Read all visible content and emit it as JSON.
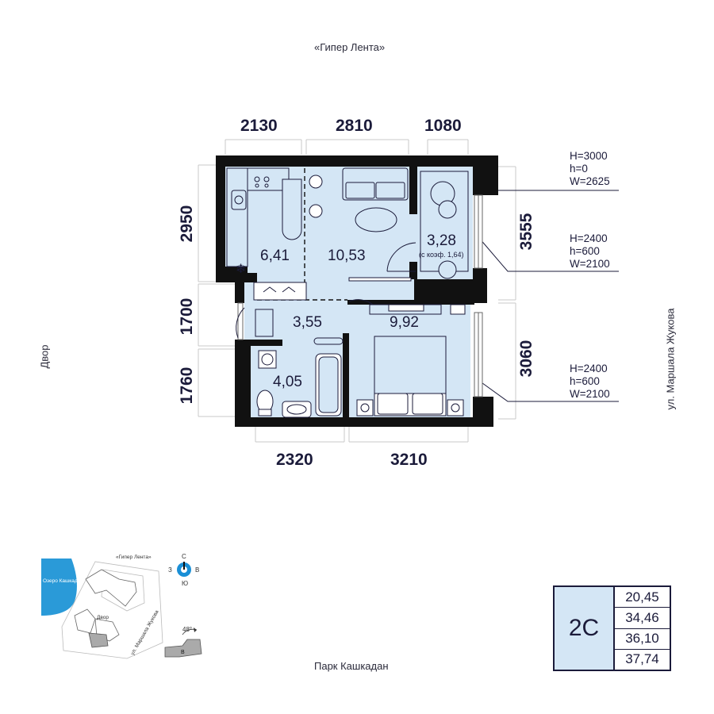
{
  "streets": {
    "top": "«Гипер Лента»",
    "bottom": "Парк Кашкадан",
    "left": "Двор",
    "right": "ул. Маршала Жукова"
  },
  "dimensions": {
    "top": [
      "2130",
      "2810",
      "1080"
    ],
    "bottom": [
      "2320",
      "3210"
    ],
    "left": [
      "2950",
      "1700",
      "1760"
    ],
    "right": [
      "3555",
      "3060"
    ]
  },
  "rooms": [
    {
      "area": "6,41"
    },
    {
      "area": "10,53"
    },
    {
      "area": "3,28",
      "note": "(с коэф. 1,64)"
    },
    {
      "area": "3,55"
    },
    {
      "area": "9,92"
    },
    {
      "area": "4,05"
    }
  ],
  "windows": [
    {
      "H": "H=3000",
      "h": "h=0",
      "W": "W=2625"
    },
    {
      "H": "H=2400",
      "h": "h=600",
      "W": "W=2100"
    },
    {
      "H": "H=2400",
      "h": "h=600",
      "W": "W=2100"
    }
  ],
  "summary": {
    "type": "2С",
    "areas": [
      "20,45",
      "34,46",
      "36,10",
      "37,74"
    ]
  },
  "site_plan": {
    "lake": "Озеро Кашкадан",
    "top_label": "«Гипер Лента»",
    "yard": "Двор",
    "street": "ул. Маршала Жукова",
    "building": "В",
    "angle": "48°",
    "compass": {
      "n": "С",
      "s": "Ю",
      "w": "З",
      "e": "В"
    }
  },
  "colors": {
    "wall": "#111111",
    "floor": "#d4e6f5",
    "accent": "#1a8fd6",
    "lake": "#2a9ad8"
  }
}
